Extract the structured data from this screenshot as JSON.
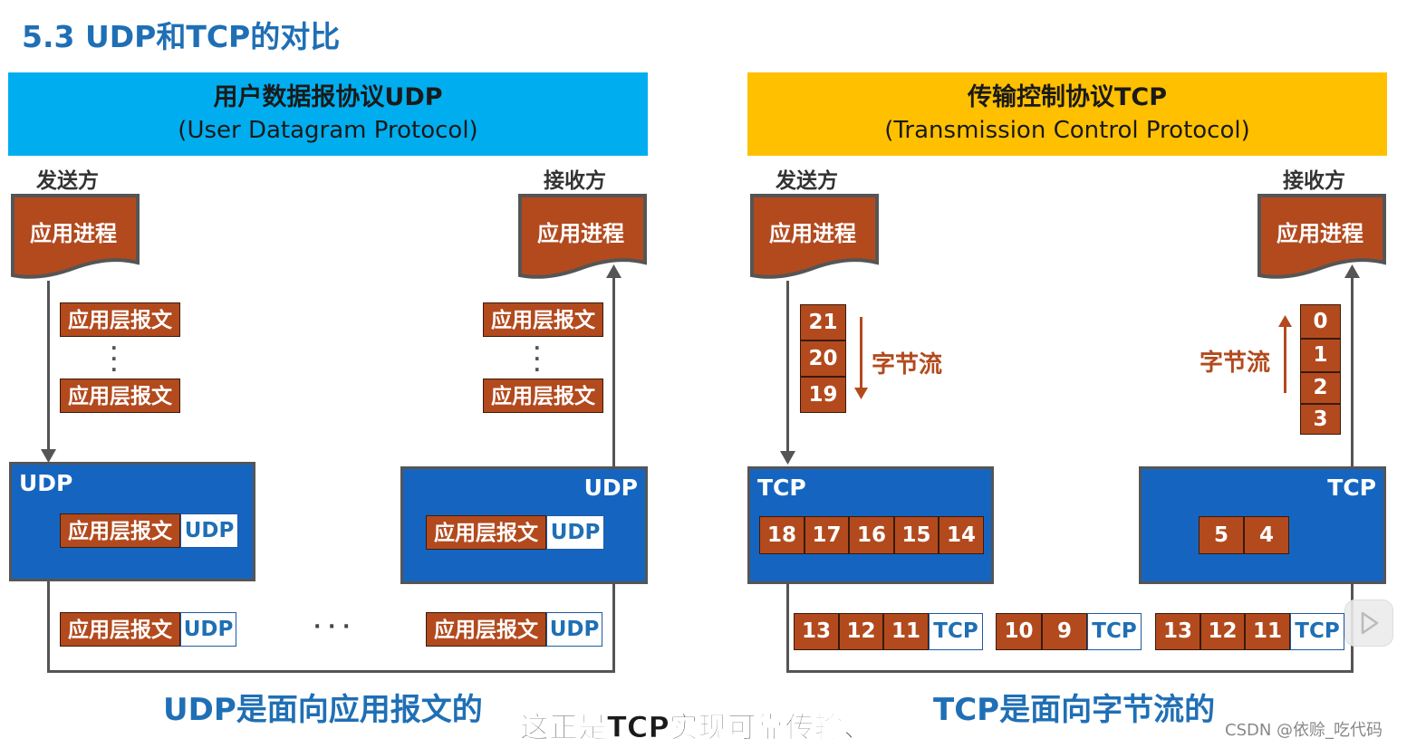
{
  "title": "5.3 UDP和TCP的对比",
  "udp": {
    "header_line1": "用户数据报协议UDP",
    "header_line2": "(User Datagram Protocol)",
    "sender": "发送方",
    "receiver": "接收方",
    "app_process": "应用进程",
    "app_message": "应用层报文",
    "proto": "UDP",
    "ellipsis": "· · ·",
    "footer": "UDP是面向应用报文的"
  },
  "tcp": {
    "header_line1": "传输控制协议TCP",
    "header_line2": "(Transmission Control Protocol)",
    "sender": "发送方",
    "receiver": "接收方",
    "app_process": "应用进程",
    "proto": "TCP",
    "byte_stream": "字节流",
    "sender_stream": [
      "21",
      "20",
      "19"
    ],
    "receiver_stream": [
      "0",
      "1",
      "2",
      "3"
    ],
    "sender_buffer": [
      "18",
      "17",
      "16",
      "15",
      "14"
    ],
    "receiver_buffer": [
      "5",
      "4"
    ],
    "segment1": [
      "13",
      "12",
      "11"
    ],
    "segment2": [
      "10",
      "9"
    ],
    "segment3": [
      "13",
      "12",
      "11"
    ],
    "footer": "TCP是面向字节流的"
  },
  "subtitle": "这正是TCP实现可靠传输、",
  "watermark": "CSDN @依赊_吃代码",
  "colors": {
    "udp_header": "#00aeef",
    "tcp_header": "#ffc000",
    "box_blue": "#1565c0",
    "message_brown": "#b24a1e",
    "title_blue": "#1f6fb5"
  }
}
